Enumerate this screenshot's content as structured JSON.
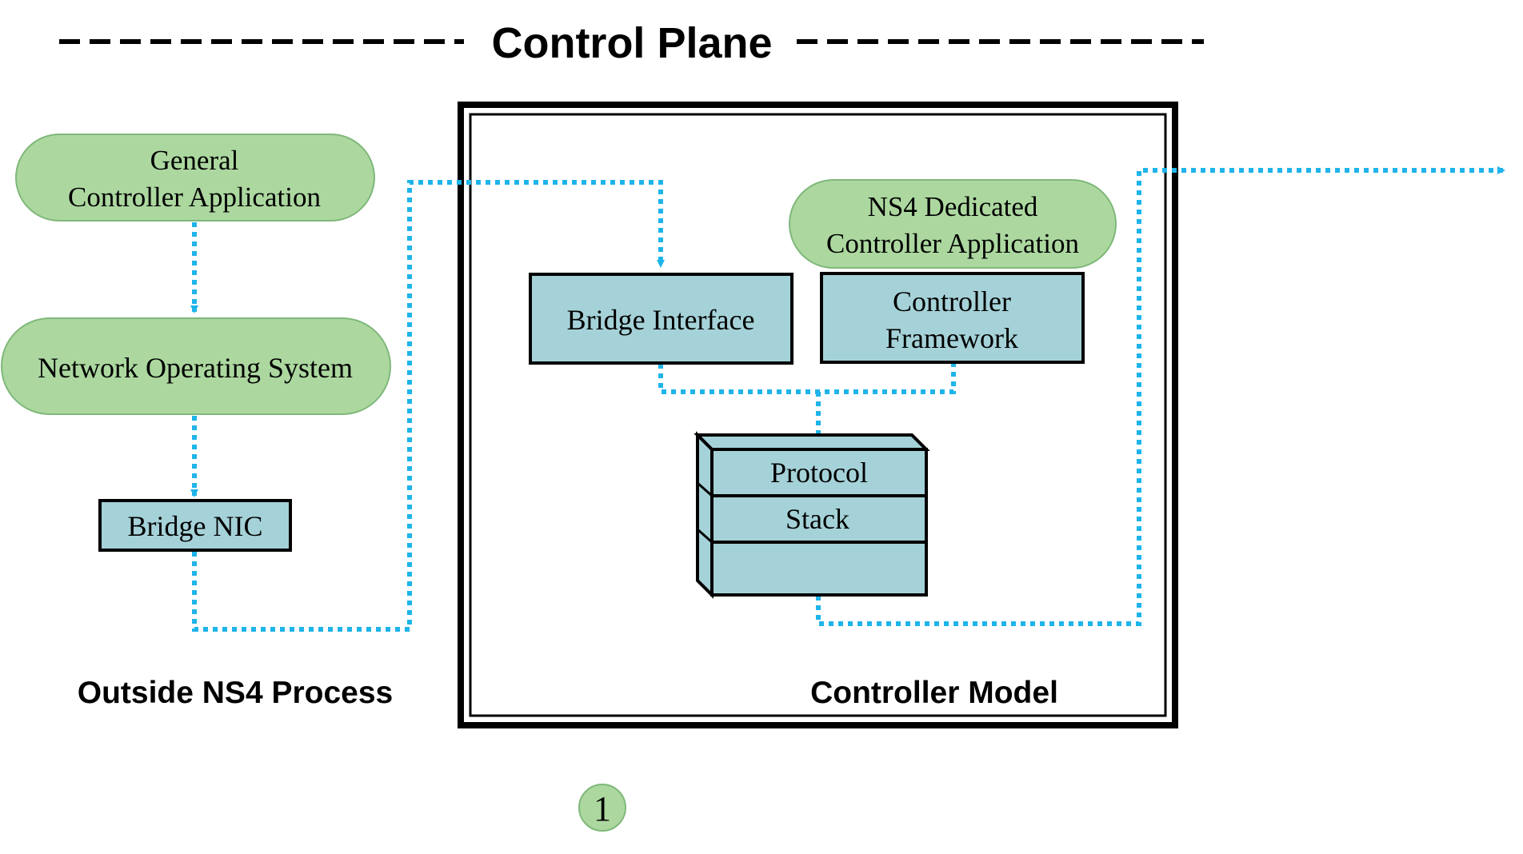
{
  "title": "Control Plane",
  "regions": {
    "outside": "Outside NS4 Process",
    "controller_model": "Controller Model"
  },
  "nodes": {
    "general_app": {
      "line1": "General",
      "line2": "Controller Application"
    },
    "nos": {
      "label": "Network Operating System"
    },
    "bridge_nic": {
      "label": "Bridge NIC"
    },
    "bridge_interface": {
      "label": "Bridge Interface"
    },
    "ns4_app": {
      "line1": "NS4 Dedicated",
      "line2": "Controller Application"
    },
    "controller_framework": {
      "line1": "Controller",
      "line2": "Framework"
    },
    "protocol_stack": {
      "line1": "Protocol",
      "line2": "Stack"
    }
  },
  "page_marker": "1",
  "colors": {
    "green_fill": "#acd8a0",
    "green_stroke": "#7fb87a",
    "teal_fill": "#a5d2d8",
    "arrow": "#1eb4ea",
    "black": "#000000"
  }
}
